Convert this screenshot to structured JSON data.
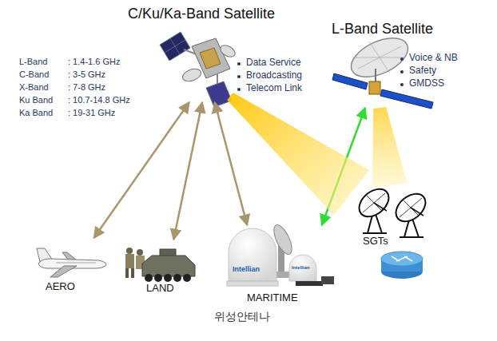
{
  "diagram": {
    "caption": "위성안테나",
    "nodes": [
      {
        "text": [
          "C/Ku/Ka-Band Satellite",
          "Data Service",
          "Broadcasting",
          "Telecom Link"
        ]
      },
      {
        "text": [
          "L-Band Satellite",
          "Voice & NB",
          "Safety",
          "GMDSS"
        ]
      },
      {
        "text": [
          "AERO"
        ]
      },
      {
        "text": [
          "LAND"
        ]
      },
      {
        "text": [
          "MARITIME"
        ]
      },
      {
        "text": [
          "SGTs"
        ]
      }
    ],
    "edges": [
      {
        "from": 0,
        "to": 2,
        "arrow": "both"
      },
      {
        "from": 0,
        "to": 3,
        "arrow": "both"
      },
      {
        "from": 0,
        "to": 4,
        "arrow": "both"
      },
      {
        "from": 1,
        "to": 4,
        "arrow": "both"
      },
      {
        "from": 0,
        "to": 5,
        "arrow": "none"
      },
      {
        "from": 1,
        "to": 5,
        "arrow": "none"
      }
    ],
    "labels": [
      "L-Band",
      ": 1.4-1.6 GHz",
      "C-Band",
      ": 3-5 GHz",
      "X-Band",
      ": 7-8 GHz",
      "Ku Band",
      ": 10.7-14.8 GHz",
      "Ka Band",
      ": 19-31 GHz",
      "Intellian",
      "Intellian"
    ]
  }
}
